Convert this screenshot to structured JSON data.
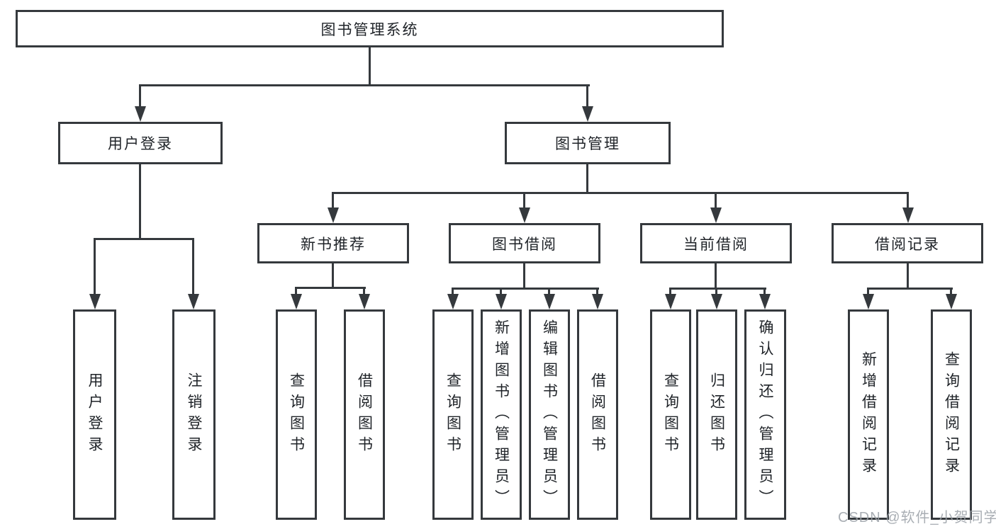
{
  "colors": {
    "line": "#35393d",
    "text": "#1f2328",
    "background": "#ffffff",
    "watermark": "#9ba1a7"
  },
  "watermark": {
    "text": "CSDN @软件_小贺同学"
  },
  "diagram": {
    "root": {
      "id": "root",
      "label": "图书管理系统"
    },
    "children": [
      {
        "id": "user-login",
        "label": "用户登录",
        "children": [
          {
            "id": "user-login-leaf",
            "label": "用户登录"
          },
          {
            "id": "logout-leaf",
            "label": "注销登录"
          }
        ]
      },
      {
        "id": "book-management",
        "label": "图书管理",
        "children": [
          {
            "id": "new-book-recommend",
            "label": "新书推荐",
            "children": [
              {
                "id": "recommend-query-books",
                "label": "查询图书"
              },
              {
                "id": "recommend-borrow-books",
                "label": "借阅图书"
              }
            ]
          },
          {
            "id": "book-borrow",
            "label": "图书借阅",
            "children": [
              {
                "id": "borrow-query-books",
                "label": "查询图书"
              },
              {
                "id": "borrow-add-books",
                "label": "新增图书（管理员）"
              },
              {
                "id": "borrow-edit-books",
                "label": "编辑图书（管理员）"
              },
              {
                "id": "borrow-borrow-books",
                "label": "借阅图书"
              }
            ]
          },
          {
            "id": "current-borrow",
            "label": "当前借阅",
            "children": [
              {
                "id": "current-query-books",
                "label": "查询图书"
              },
              {
                "id": "current-return-books",
                "label": "归还图书"
              },
              {
                "id": "current-confirm-return",
                "label": "确认归还（管理员）"
              }
            ]
          },
          {
            "id": "borrow-records",
            "label": "借阅记录",
            "children": [
              {
                "id": "records-add-record",
                "label": "新增借阅记录"
              },
              {
                "id": "records-query-record",
                "label": "查询借阅记录"
              }
            ]
          }
        ]
      }
    ]
  }
}
